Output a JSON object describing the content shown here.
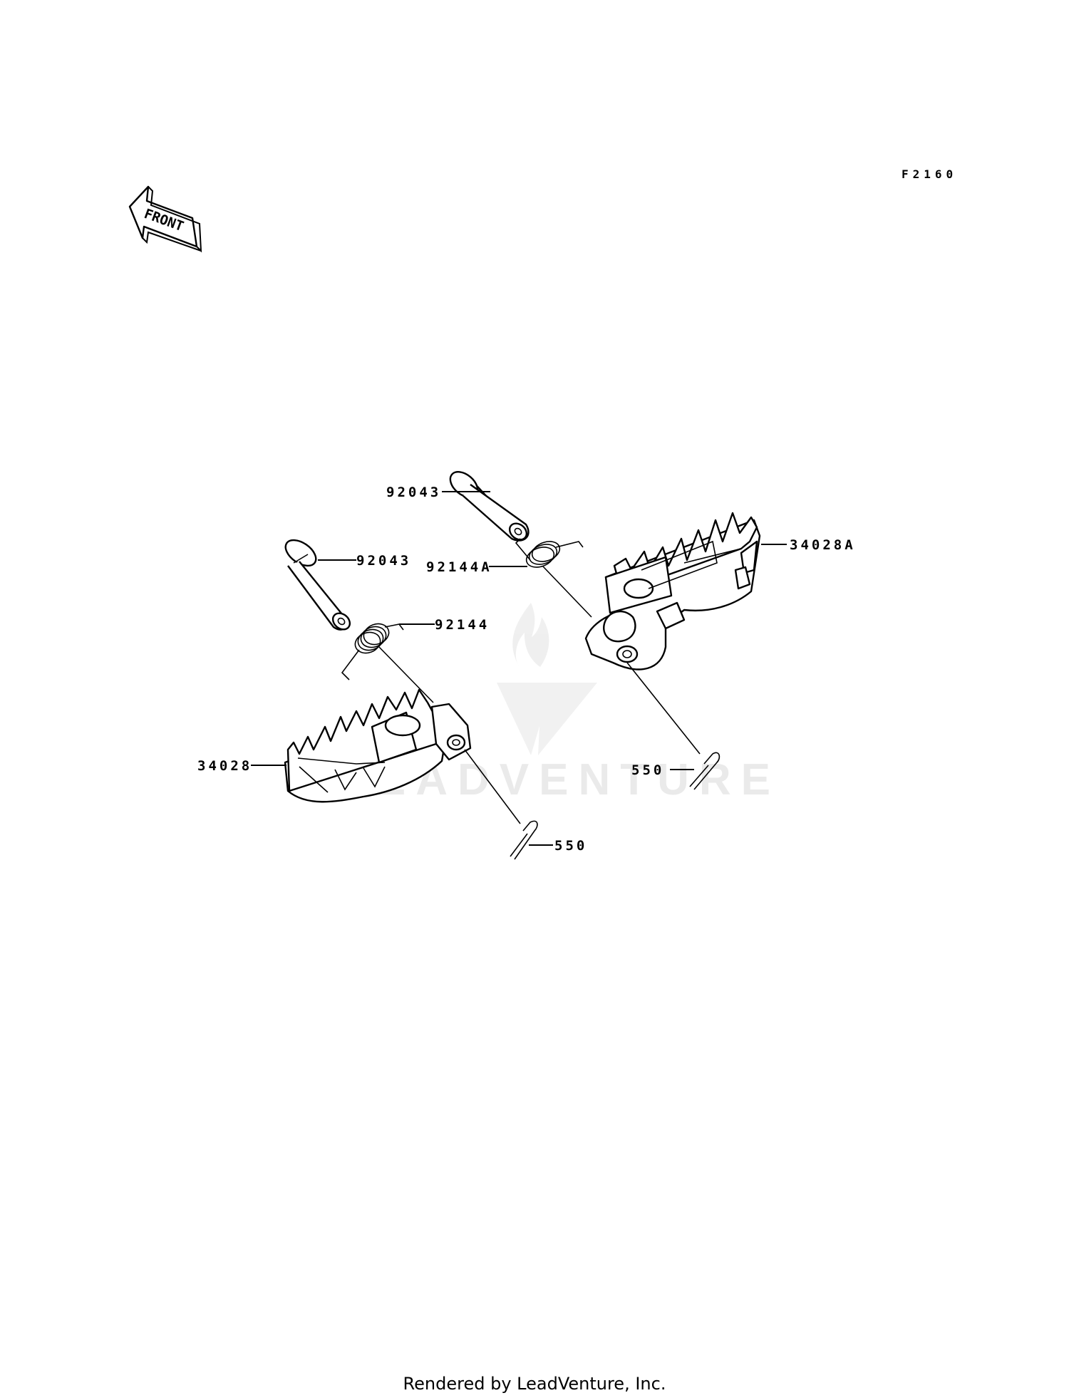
{
  "diagram_code": "F2160",
  "front_arrow_text": "FRONT",
  "watermark_text": "LEADVENTURE",
  "footer": "Rendered by LeadVenture, Inc.",
  "callouts": [
    {
      "id": "pin-upper",
      "label": "92043"
    },
    {
      "id": "pin-left",
      "label": "92043"
    },
    {
      "id": "spring-right",
      "label": "92144A"
    },
    {
      "id": "spring-left",
      "label": "92144"
    },
    {
      "id": "footpeg-right",
      "label": "34028A"
    },
    {
      "id": "footpeg-left",
      "label": "34028"
    },
    {
      "id": "cotter-right",
      "label": "550"
    },
    {
      "id": "cotter-left",
      "label": "550"
    }
  ]
}
